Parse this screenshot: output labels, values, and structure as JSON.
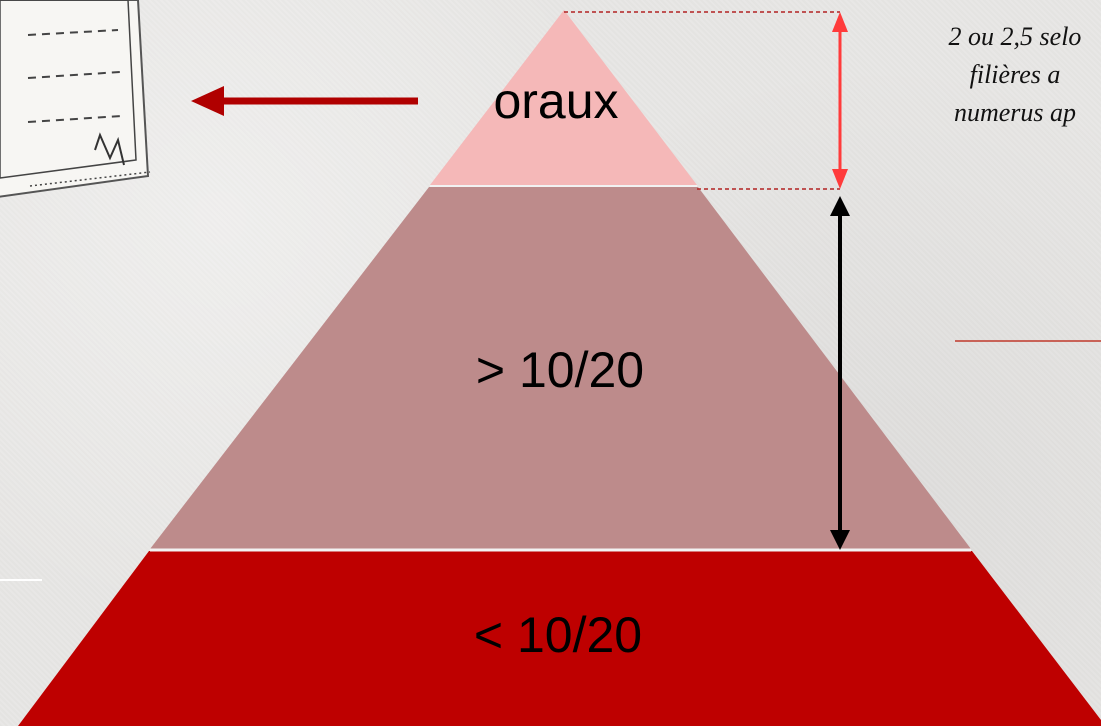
{
  "pyramid": {
    "top_label": "oraux",
    "middle_label": "> 10/20",
    "bottom_label": "< 10/20",
    "colors": {
      "top": "#f5b8b8",
      "middle": "#bd8b8b",
      "bottom": "#be0000",
      "red_arrow": "#ff3b3b",
      "left_arrow": "#b00000"
    }
  },
  "note": {
    "line1": "2 ou 2,5 selo",
    "line2": "filières a",
    "line3": "numerus ap"
  }
}
